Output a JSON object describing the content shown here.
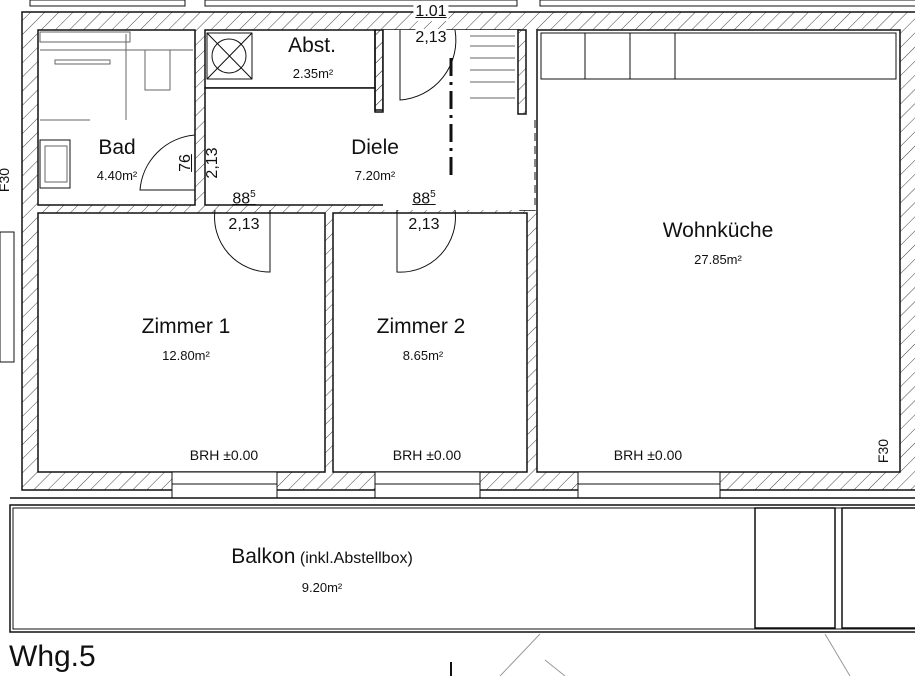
{
  "plan": {
    "unit_label": "Whg.5",
    "rooms": [
      {
        "name": "Bad",
        "area": "4.40m²"
      },
      {
        "name": "Abst.",
        "area": "2.35m²"
      },
      {
        "name": "Diele",
        "area": "7.20m²"
      },
      {
        "name": "Wohnküche",
        "area": "27.85m²"
      },
      {
        "name": "Zimmer 1",
        "area": "12.80m²"
      },
      {
        "name": "Zimmer 2",
        "area": "8.65m²"
      },
      {
        "name": "Balkon",
        "qualifier": "(inkl.Abstellbox)",
        "area": "9.20m²"
      }
    ],
    "dimensions": {
      "entry_width": "1.01",
      "entry_height": "2,13",
      "bad_width": "76",
      "bad_height": "2,13",
      "z1_width": "88",
      "z1_width_sup": "5",
      "z1_height": "2,13",
      "z2_width": "88",
      "z2_width_sup": "5",
      "z2_height": "2,13"
    },
    "sill_heights": [
      "BRH ±0.00",
      "BRH ±0.00",
      "BRH ±0.00"
    ],
    "fire_rating": [
      "F30",
      "F30"
    ],
    "colors": {
      "line": "#111111",
      "hatch": "#444444",
      "background": "#ffffff"
    }
  }
}
